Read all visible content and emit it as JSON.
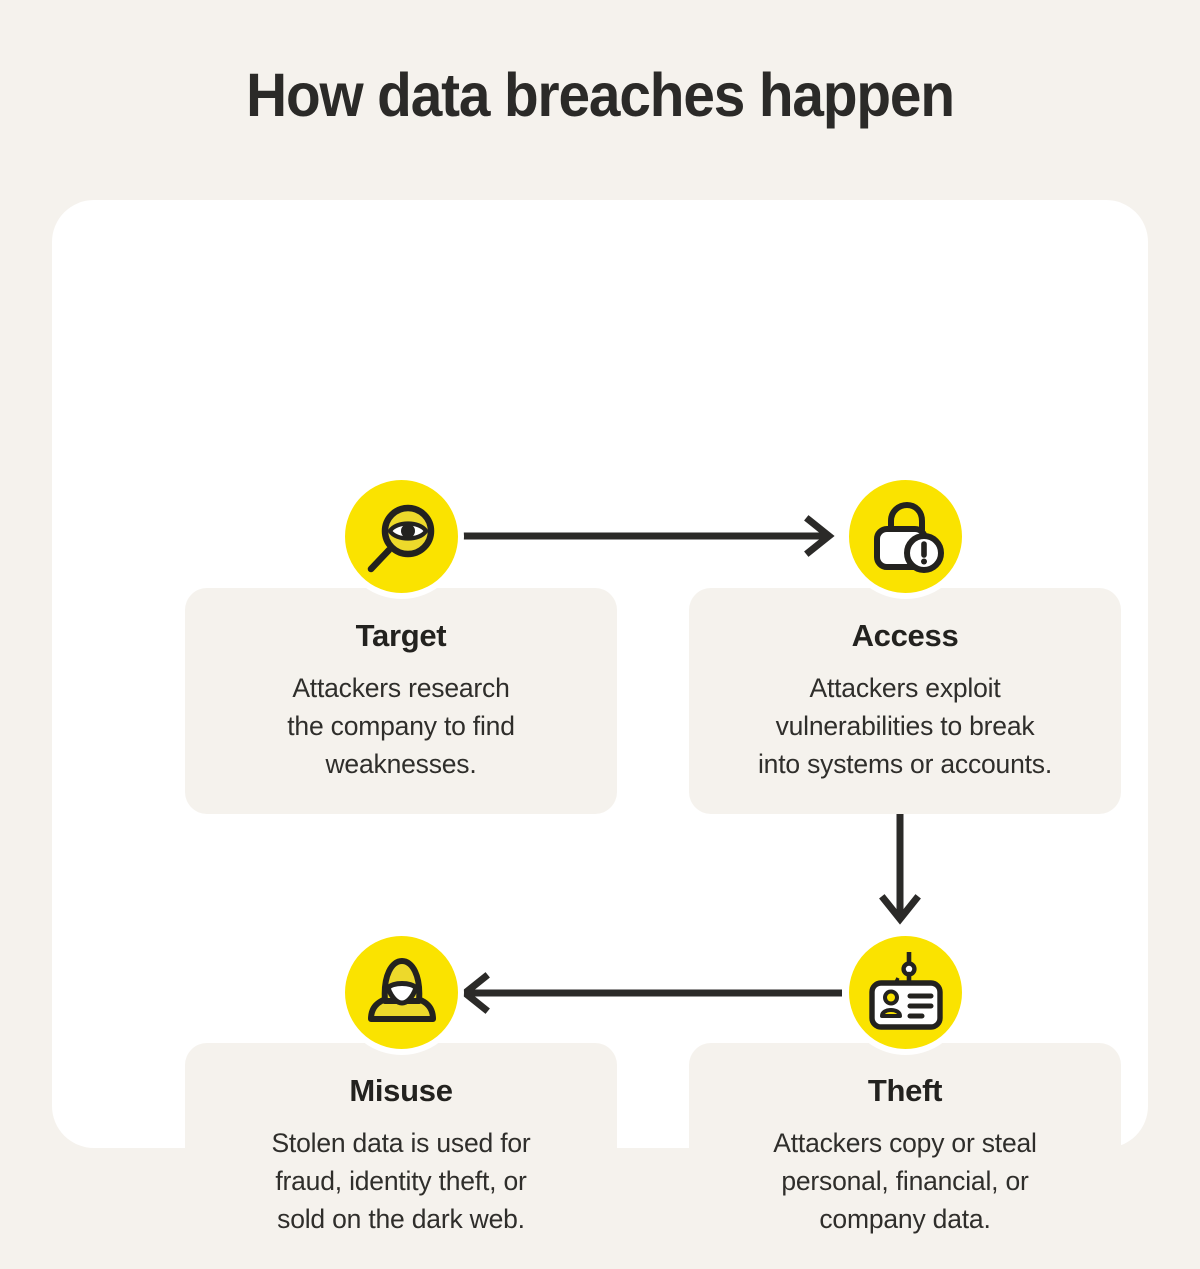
{
  "title": "How data breaches happen",
  "theme": {
    "background": "#F5F2ED",
    "panel": "#FFFFFF",
    "card": "#F5F2ED",
    "accent_yellow": "#FAE300",
    "ink": "#23221F",
    "arrow": "#2B2A28"
  },
  "steps": [
    {
      "id": "target",
      "title": "Target",
      "description": "Attackers research\nthe company to find\nweaknesses.",
      "icon": "magnifier-eye-icon"
    },
    {
      "id": "access",
      "title": "Access",
      "description": "Attackers exploit\nvulnerabilities to break\ninto systems or accounts.",
      "icon": "open-padlock-alert-icon"
    },
    {
      "id": "theft",
      "title": "Theft",
      "description": "Attackers copy or steal\npersonal, financial, or\ncompany data.",
      "icon": "phishing-hook-id-card-icon"
    },
    {
      "id": "misuse",
      "title": "Misuse",
      "description": "Stolen data is used for\nfraud, identity theft, or\nsold on the dark web.",
      "icon": "hooded-figure-icon"
    }
  ],
  "arrows": [
    {
      "id": "target-to-access",
      "from": "target",
      "to": "access",
      "direction": "right"
    },
    {
      "id": "access-to-theft",
      "from": "access",
      "to": "theft",
      "direction": "down"
    },
    {
      "id": "theft-to-misuse",
      "from": "theft",
      "to": "misuse",
      "direction": "left"
    }
  ]
}
